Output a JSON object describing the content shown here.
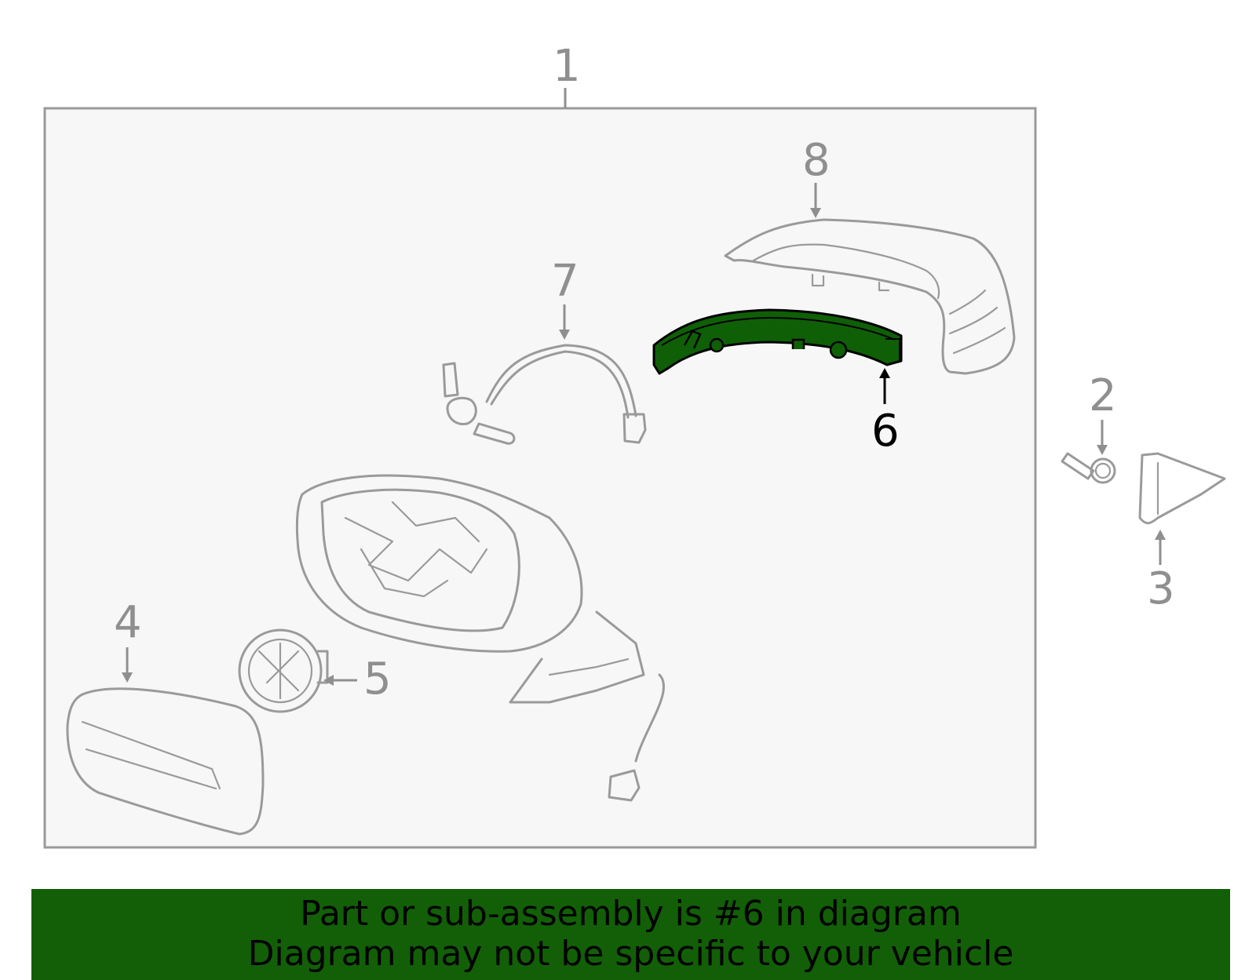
{
  "diagram": {
    "callouts": [
      {
        "id": "1",
        "label": "1",
        "highlighted": false
      },
      {
        "id": "2",
        "label": "2",
        "highlighted": false
      },
      {
        "id": "3",
        "label": "3",
        "highlighted": false
      },
      {
        "id": "4",
        "label": "4",
        "highlighted": false
      },
      {
        "id": "5",
        "label": "5",
        "highlighted": false
      },
      {
        "id": "6",
        "label": "6",
        "highlighted": true
      },
      {
        "id": "7",
        "label": "7",
        "highlighted": false
      },
      {
        "id": "8",
        "label": "8",
        "highlighted": false
      }
    ],
    "colors": {
      "panel_fill": "#f7f7f7",
      "part_stroke": "#9a9a9a",
      "highlight_fill": "#0f5f07",
      "highlight_stroke": "#000000",
      "banner_bg": "#125f07"
    }
  },
  "banner": {
    "line1": "Part or sub-assembly is #6 in diagram",
    "line2": "Diagram may not be specific to your vehicle"
  }
}
